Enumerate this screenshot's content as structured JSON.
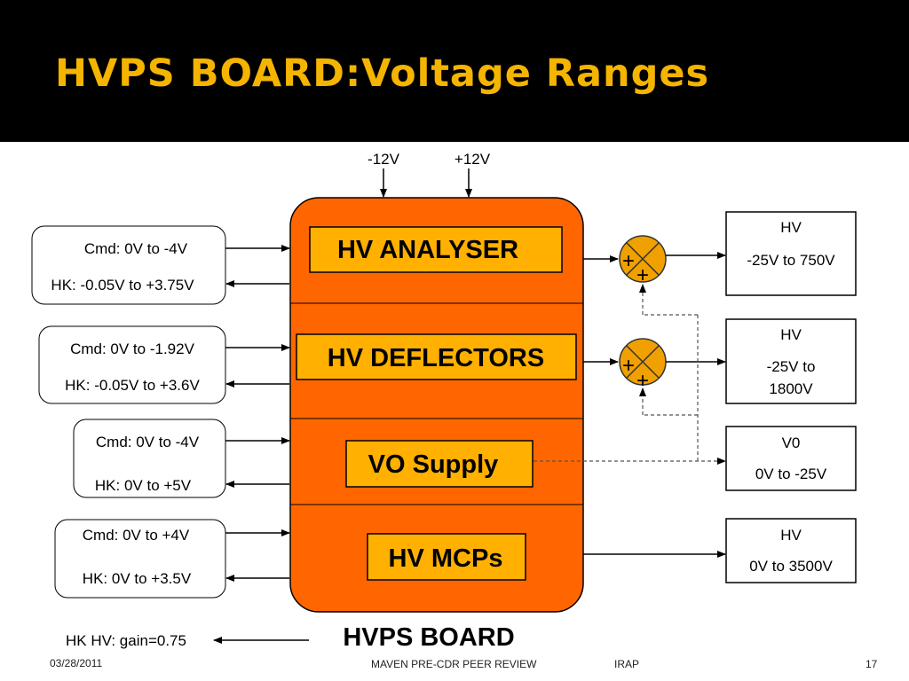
{
  "title": "HVPS BOARD:Voltage Ranges",
  "supplies": {
    "neg": "-12V",
    "pos": "+12V"
  },
  "board": {
    "label": "HVPS BOARD",
    "modules": [
      "HV ANALYSER",
      "HV DEFLECTORS",
      "VO Supply",
      "HV MCPs"
    ]
  },
  "inputs": [
    {
      "cmd": "Cmd: 0V to  -4V",
      "hk": "HK: -0.05V to +3.75V"
    },
    {
      "cmd": "Cmd: 0V to -1.92V",
      "hk": "HK: -0.05V to +3.6V"
    },
    {
      "cmd": "Cmd: 0V to -4V",
      "hk": "HK: 0V to +5V"
    },
    {
      "cmd": "Cmd: 0V to +4V",
      "hk": "HK: 0V to +3.5V"
    }
  ],
  "outputs": [
    {
      "name": "HV",
      "lines": [
        "-25V to 750V"
      ]
    },
    {
      "name": "HV",
      "lines": [
        "-25V to",
        "1800V"
      ]
    },
    {
      "name": "V0",
      "lines": [
        "0V to -25V"
      ]
    },
    {
      "name": "HV",
      "lines": [
        "0V to 3500V"
      ]
    }
  ],
  "summer_sign": "+",
  "hk_hv": "HK HV:  gain=0.75",
  "footer": {
    "date": "03/28/2011",
    "center": "MAVEN  PRE-CDR  PEER  REVIEW",
    "org": "IRAP",
    "page": "17"
  },
  "colors": {
    "board": "#ff6600",
    "module": "#ffb000",
    "title": "#f4b400",
    "summer": "#f0a000"
  }
}
